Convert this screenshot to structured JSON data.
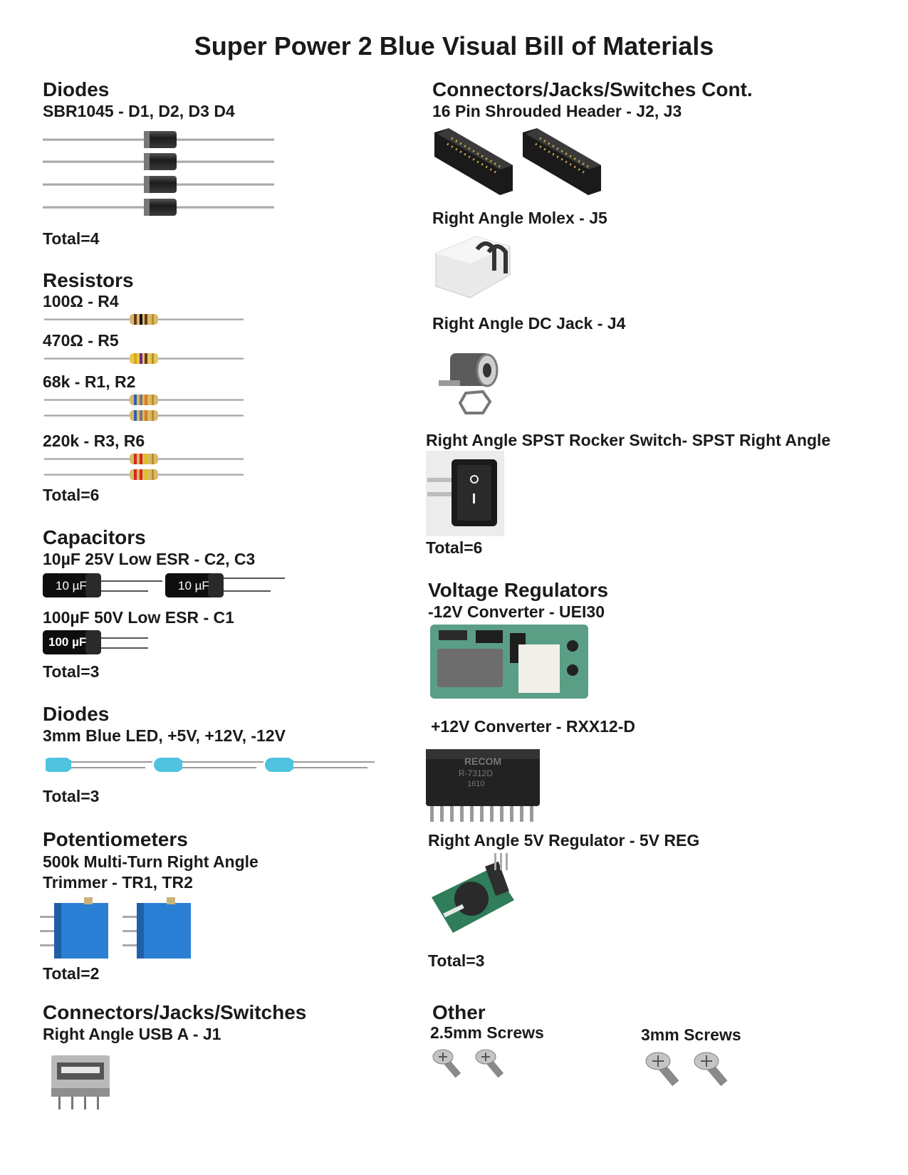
{
  "title": "Super Power 2 Blue Visual Bill of Materials",
  "left": {
    "diodes": {
      "heading": "Diodes",
      "item": "SBR1045 - D1, D2, D3 D4",
      "total": "Total=4"
    },
    "resistors": {
      "heading": "Resistors",
      "items": [
        "100Ω - R4",
        "470Ω - R5",
        "68k - R1, R2",
        "220k - R3, R6"
      ],
      "total": "Total=6"
    },
    "capacitors": {
      "heading": "Capacitors",
      "items": [
        "10µF 25V Low ESR - C2, C3",
        "100µF 50V Low ESR - C1"
      ],
      "cap_labels": [
        "10 µF",
        "10 µF",
        "100 µF"
      ],
      "total": "Total=3"
    },
    "leds": {
      "heading": "Diodes",
      "item": "3mm Blue LED, +5V, +12V, -12V",
      "total": "Total=3"
    },
    "pots": {
      "heading": "Potentiometers",
      "item_line1": "500k Multi-Turn Right Angle",
      "item_line2": "Trimmer - TR1, TR2",
      "total": "Total=2"
    },
    "connectors": {
      "heading": "Connectors/Jacks/Switches",
      "item": "Right Angle USB A - J1"
    }
  },
  "right": {
    "connectors_cont": {
      "heading": "Connectors/Jacks/Switches Cont.",
      "items": [
        "16 Pin Shrouded Header - J2, J3",
        "Right Angle Molex - J5",
        "Right Angle DC Jack - J4",
        "Right Angle SPST Rocker Switch- SPST Right Angle"
      ],
      "total": "Total=6"
    },
    "regulators": {
      "heading": "Voltage Regulators",
      "items": [
        "-12V Converter - UEI30",
        "+12V Converter - RXX12-D",
        "Right Angle 5V Regulator - 5V REG"
      ],
      "recom_text": [
        "RECOM",
        "R-7312D",
        "1610"
      ],
      "total": "Total=3"
    },
    "other": {
      "heading": "Other",
      "items": [
        "2.5mm Screws",
        "3mm Screws"
      ]
    }
  },
  "colors": {
    "led_blue": "#4fc3e0",
    "pot_blue": "#2a7fd4",
    "pcb_green": "#2f7d5a"
  }
}
